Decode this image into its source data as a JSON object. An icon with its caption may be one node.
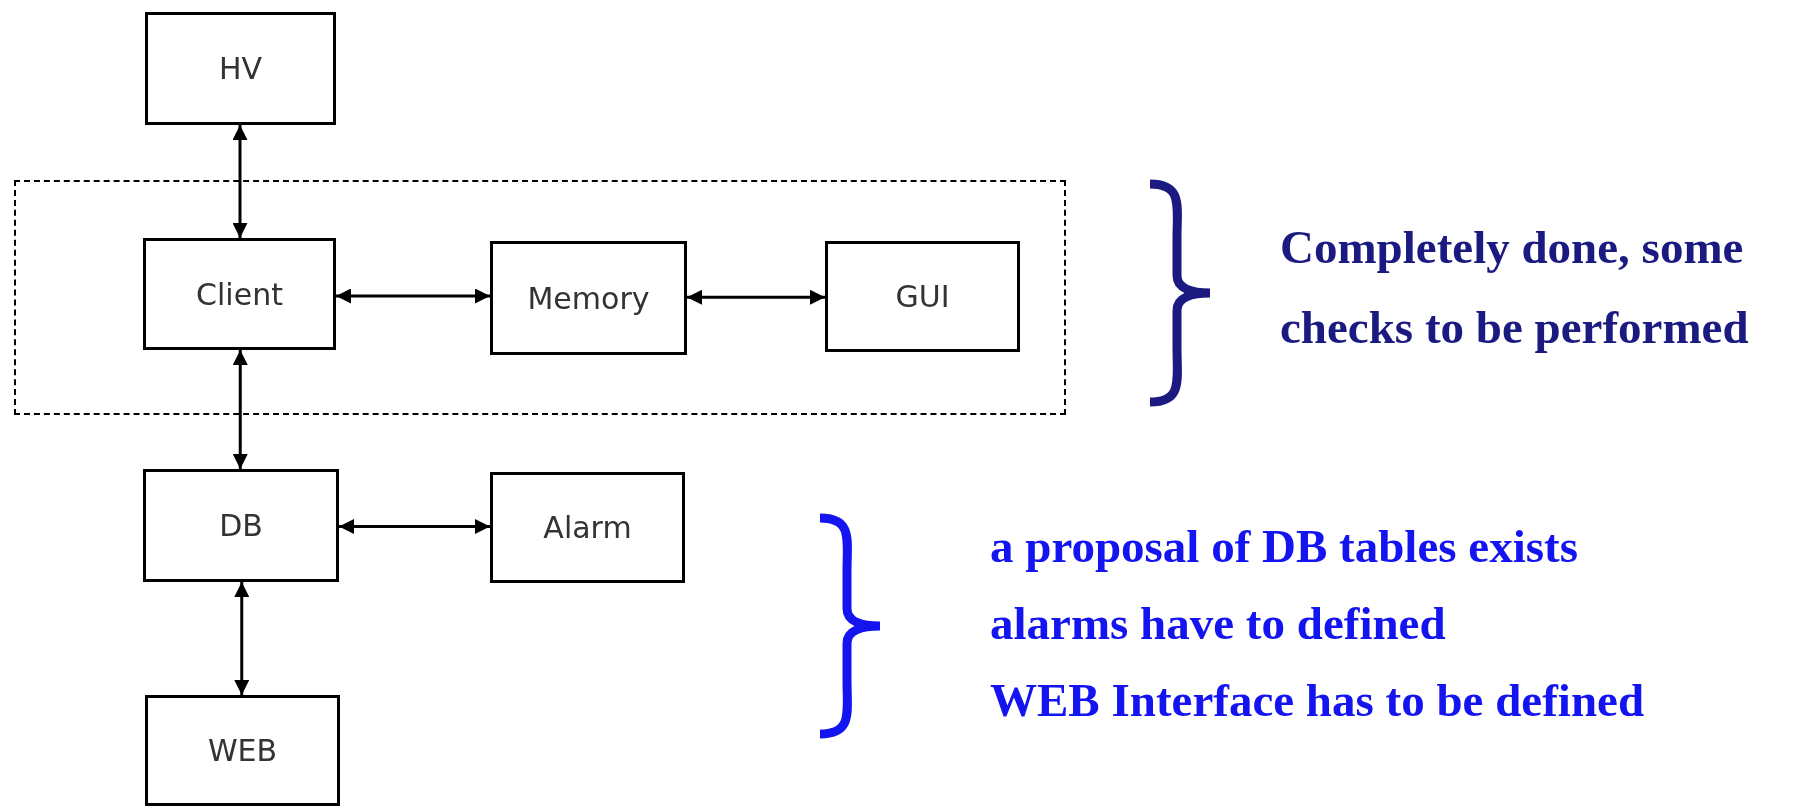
{
  "diagram": {
    "nodes": [
      {
        "text": [
          "HV"
        ]
      },
      {
        "text": [],
        "shape": "box"
      },
      {
        "text": [
          "Client"
        ],
        "in": 1
      },
      {
        "text": [
          "Memory"
        ],
        "in": 1
      },
      {
        "text": [
          "GUI"
        ],
        "in": 1
      },
      {
        "text": [
          "DB"
        ]
      },
      {
        "text": [
          "Alarm"
        ]
      },
      {
        "text": [
          "WEB"
        ]
      }
    ],
    "edges": [
      {
        "from": 0,
        "to": 2,
        "arrow": "both"
      },
      {
        "from": 2,
        "to": 3,
        "arrow": "both"
      },
      {
        "from": 3,
        "to": 4,
        "arrow": "both"
      },
      {
        "from": 2,
        "to": 5,
        "arrow": "both"
      },
      {
        "from": 5,
        "to": 6,
        "arrow": "both"
      },
      {
        "from": 5,
        "to": 7,
        "arrow": "both"
      }
    ],
    "labels": [
      "Completely done, some checks to be performed",
      "a proposal of DB tables  exists",
      "alarms have to defined",
      "WEB Interface has to be defined"
    ]
  }
}
